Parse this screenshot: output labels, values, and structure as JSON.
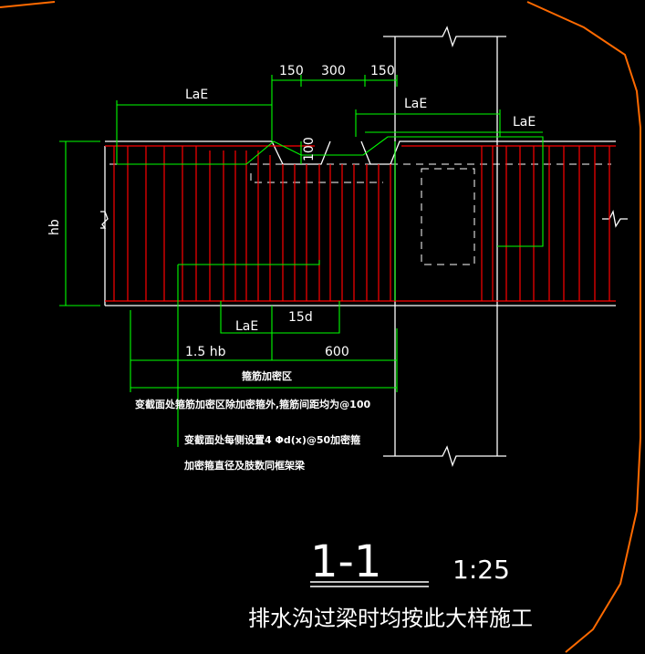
{
  "colors": {
    "background": "#000000",
    "outline": "#ffffff",
    "rebar": "#ff0000",
    "dimension": "#00ff00",
    "frame": "#ff6a00"
  },
  "dims": {
    "d150_left": "150",
    "d300": "300",
    "d150_right": "150",
    "lae_left": "LaE",
    "lae_mid": "LaE",
    "lae_right": "LaE",
    "d100": "100",
    "hb": "hb",
    "lae_bottom": "LaE",
    "d15d": "15d",
    "d15hb": "1.5 hb",
    "d600": "600"
  },
  "notes": {
    "zone_label": "箍筋加密区",
    "note1": "变截面处箍筋加密区除加密箍外,箍筋间距均为@100",
    "note2": "变截面处每侧设置4 Φd(x)@50加密箍",
    "note3": "加密箍直径及肢数同框架梁"
  },
  "title": {
    "section": "1-1",
    "scale": "1:25",
    "caption": "排水沟过梁时均按此大样施工"
  }
}
